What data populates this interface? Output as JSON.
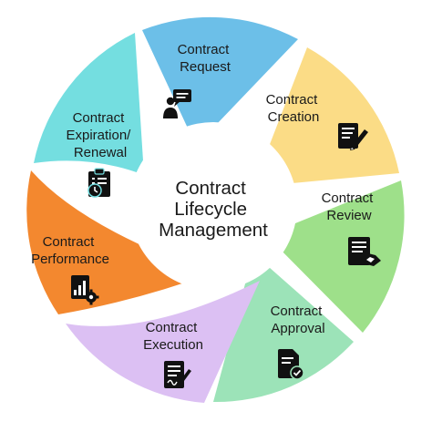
{
  "center": {
    "lines": [
      "Contract",
      "Lifecycle",
      "Management"
    ]
  },
  "segments": [
    {
      "id": "request",
      "lines": [
        "Contract",
        "Request"
      ],
      "color": "#6cbfe8",
      "icon": "person-speech-bubble-icon"
    },
    {
      "id": "creation",
      "lines": [
        "Contract",
        "Creation"
      ],
      "color": "#fbdc86",
      "icon": "document-pen-icon"
    },
    {
      "id": "review",
      "lines": [
        "Contract",
        "Review"
      ],
      "color": "#9ee08a",
      "icon": "document-handshake-icon"
    },
    {
      "id": "approval",
      "lines": [
        "Contract",
        "Approval"
      ],
      "color": "#9ce3b8",
      "icon": "document-check-icon"
    },
    {
      "id": "execution",
      "lines": [
        "Contract",
        "Execution"
      ],
      "color": "#dcc0f3",
      "icon": "document-signature-icon"
    },
    {
      "id": "performance",
      "lines": [
        "Contract",
        "Performance"
      ],
      "color": "#f3882f",
      "icon": "chart-gear-icon"
    },
    {
      "id": "expiration",
      "lines": [
        "Contract",
        "Expiration/",
        "Renewal"
      ],
      "color": "#74dee0",
      "icon": "clipboard-clock-icon"
    }
  ]
}
